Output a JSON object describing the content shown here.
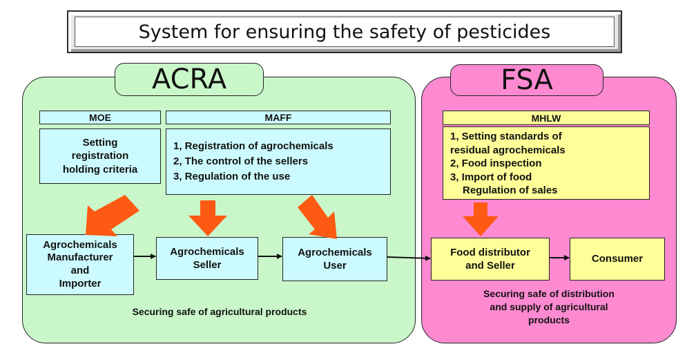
{
  "title": "System for ensuring the safety of pesticides",
  "regions": {
    "acra": "ACRA",
    "fsa": "FSA"
  },
  "moe": {
    "header": "MOE",
    "lines": [
      "Setting",
      "registration",
      "holding criteria"
    ]
  },
  "maff": {
    "header": "MAFF",
    "items": [
      "1, Registration of agrochemicals",
      "2, The control of the sellers",
      "3, Regulation of the use"
    ]
  },
  "mhlw": {
    "header": "MHLW",
    "lines": [
      "1, Setting standards of",
      "residual agrochemicals",
      "2, Food inspection",
      "3, Import of food",
      "Regulation of sales"
    ]
  },
  "flow": {
    "manufacturer": [
      "Agrochemicals",
      "Manufacturer",
      "and",
      "Importer"
    ],
    "seller": [
      "Agrochemicals",
      "Seller"
    ],
    "user": [
      "Agrochemicals",
      "User"
    ],
    "distributor": [
      "Food distributor",
      "and Seller"
    ],
    "consumer": "Consumer"
  },
  "captions": {
    "acra": "Securing safe of agricultural products",
    "fsa": [
      "Securing safe of distribution",
      "and supply of agricultural",
      "products"
    ]
  },
  "colors": {
    "acra_bg": "#c9f7c9",
    "fsa_bg": "#fd8ad1",
    "box_cyan": "#ccfbff",
    "box_yellow": "#ffff99",
    "big_arrow": "#ff5a14"
  }
}
